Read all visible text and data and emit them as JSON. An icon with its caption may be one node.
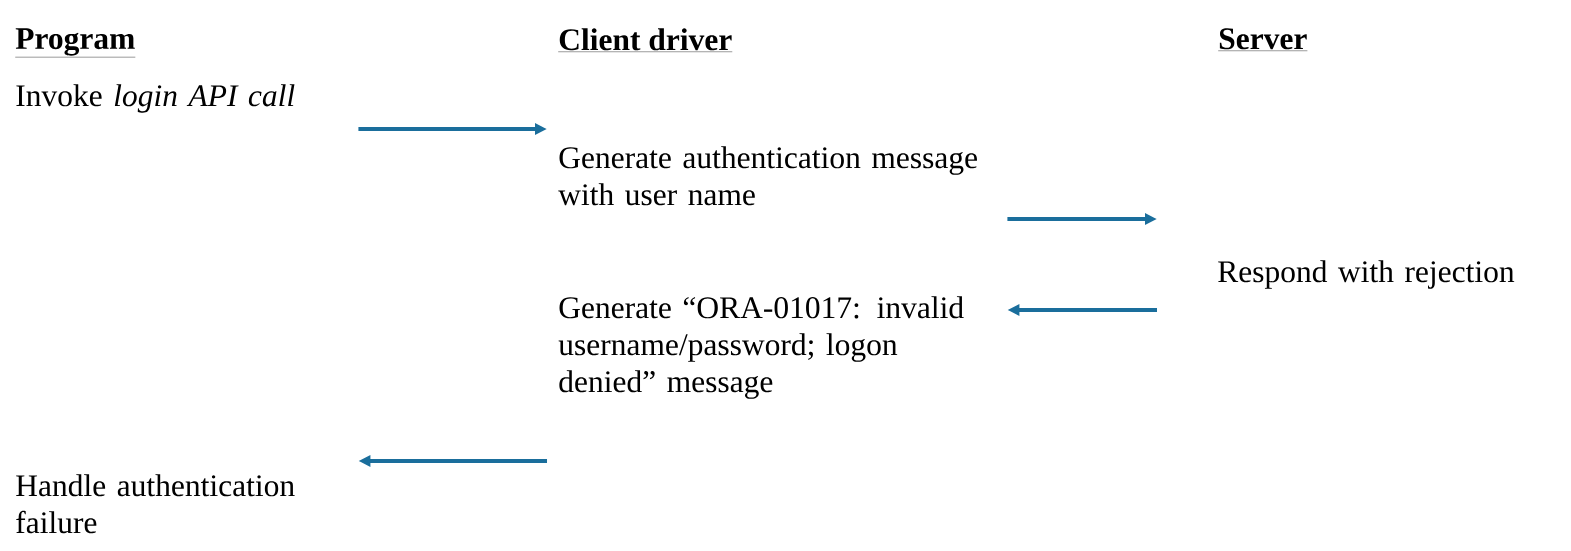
{
  "diagram": {
    "nodes": [
      {
        "text": [
          "Invoke *login API call*"
        ]
      },
      {
        "text": [
          "Generate authentication message with user name"
        ]
      },
      {
        "text": [
          "Respond with rejection"
        ]
      },
      {
        "text": [
          "Generate “ORA-01017: invalid username/password; logon denied” message"
        ]
      },
      {
        "text": [
          "Handle authentication failure"
        ]
      }
    ],
    "edges": [
      {
        "from": 0,
        "to": 1,
        "arrow": "to"
      },
      {
        "from": 1,
        "to": 2,
        "arrow": "to"
      },
      {
        "from": 2,
        "to": 3,
        "arrow": "to"
      },
      {
        "from": 3,
        "to": 4,
        "arrow": "to"
      }
    ],
    "labels": [
      "Program",
      "Client driver",
      "Server"
    ]
  }
}
